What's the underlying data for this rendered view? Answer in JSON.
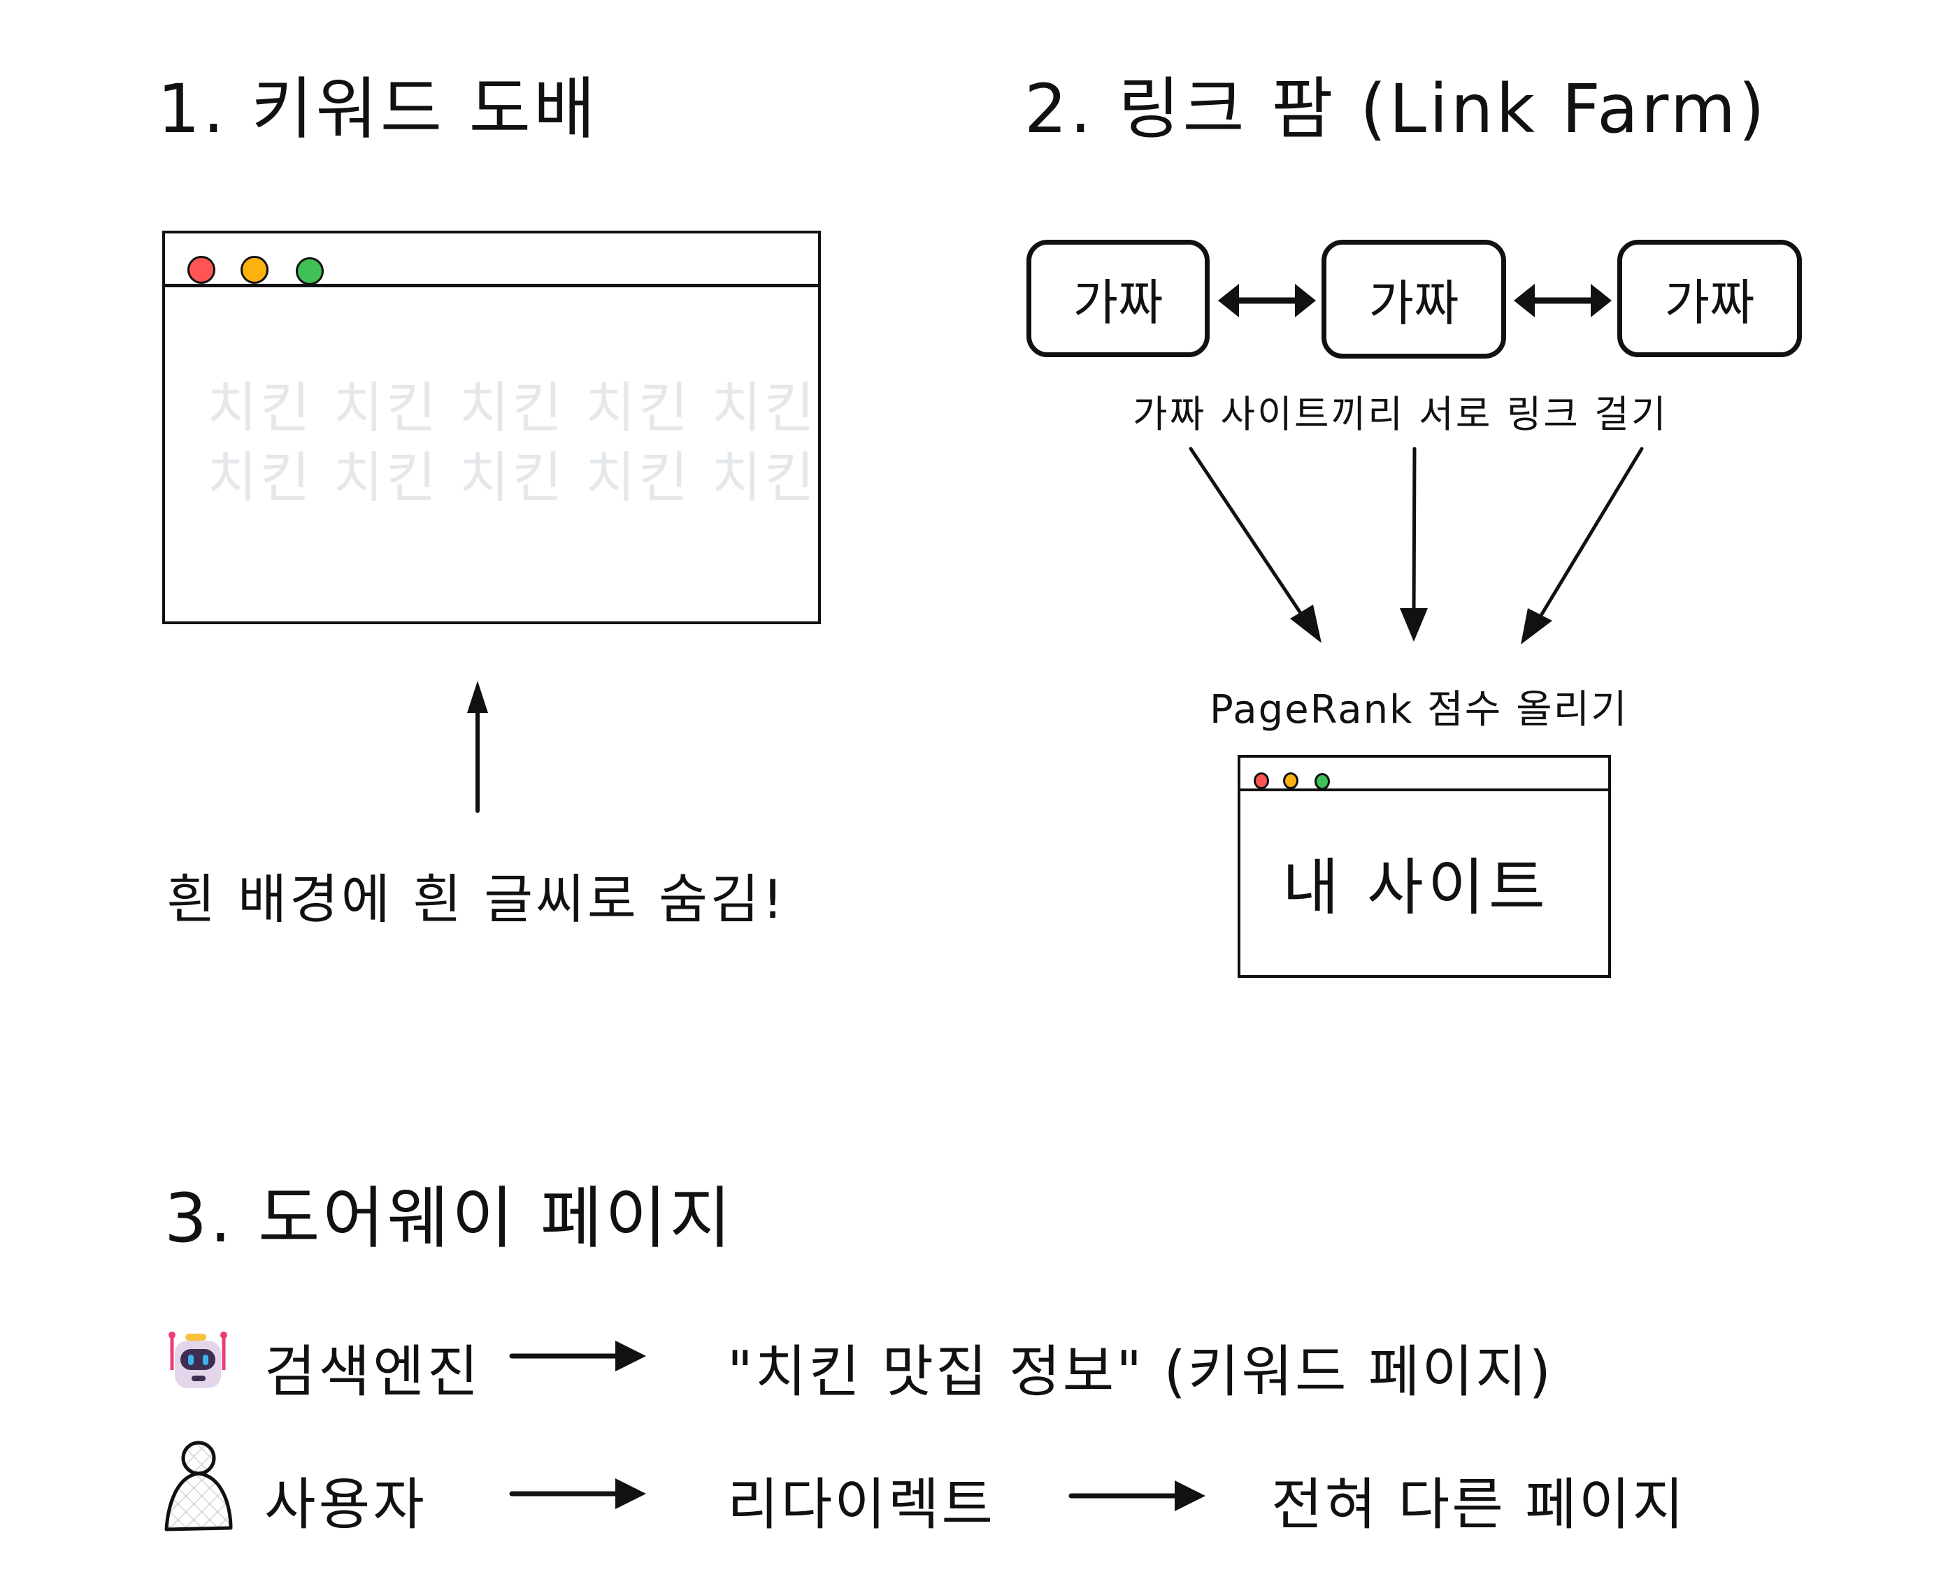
{
  "sections": {
    "keyword_stuffing": {
      "title": "1. 키워드 도배",
      "window": {
        "traffic_lights": [
          "#ff5555",
          "#fbb20f",
          "#40c057"
        ],
        "hidden_text_rows": [
          "치킨 치킨 치킨 치킨 치킨",
          "치킨 치킨 치킨 치킨 치킨"
        ],
        "hidden_text_color": "#e5e8eb"
      },
      "caption": "흰 배경에 흰 글씨로 숨김!"
    },
    "link_farm": {
      "title": "2. 링크 팜 (Link Farm)",
      "fake_sites": [
        "가짜",
        "가짜",
        "가짜"
      ],
      "fake_sites_caption": "가짜 사이트끼리 서로 링크 걸기",
      "pagerank_caption": "PageRank 점수 올리기",
      "target_window": {
        "traffic_lights": [
          "#ff5555",
          "#fbb20f",
          "#40c057"
        ],
        "label": "내 사이트"
      }
    },
    "doorway_pages": {
      "title": "3. 도어웨이 페이지",
      "rows": [
        {
          "icon": "robot-icon",
          "actor": "검색엔진",
          "steps": [
            "\"치킨 맛집 정보\" (키워드 페이지)"
          ]
        },
        {
          "icon": "person-icon",
          "actor": "사용자",
          "steps": [
            "리다이렉트",
            "전혀 다른 페이지"
          ]
        }
      ]
    }
  }
}
